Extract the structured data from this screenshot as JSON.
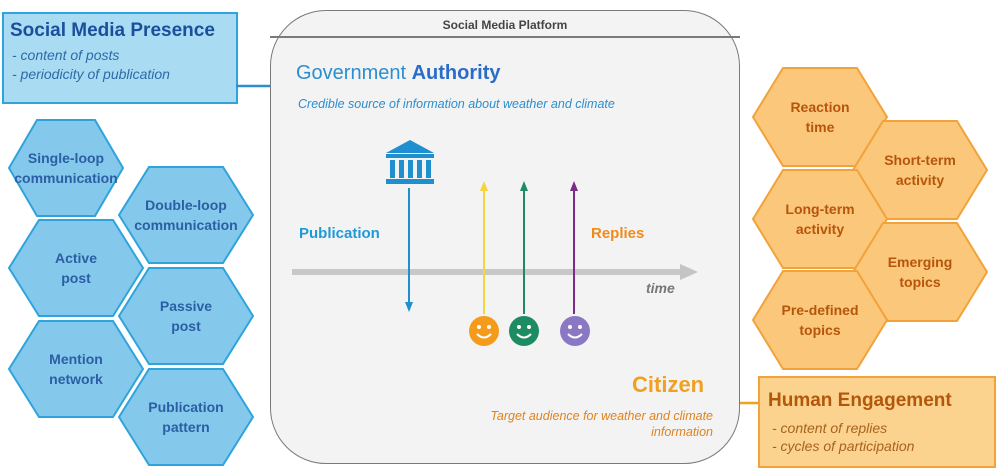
{
  "presence": {
    "title": "Social Media Presence",
    "items": [
      "- content of posts",
      "- periodicity of publication"
    ]
  },
  "left_hexagons": [
    {
      "label": "Single-loop\ncommunication"
    },
    {
      "label": "Double-loop\ncommunication"
    },
    {
      "label": "Active\npost"
    },
    {
      "label": "Passive\npost"
    },
    {
      "label": "Mention\nnetwork"
    },
    {
      "label": "Publication\npattern"
    }
  ],
  "platform": {
    "title": "Social Media Platform",
    "gov_prefix": "Government ",
    "gov_bold": "Authority",
    "gov_desc": "Credible source of  information about weather and climate",
    "publication": "Publication",
    "replies": "Replies",
    "time": "time",
    "citizen": "Citizen",
    "citizen_desc": "Target audience for weather and climate information"
  },
  "right_hexagons": [
    {
      "label": "Reaction\ntime"
    },
    {
      "label": "Short-term\nactivity"
    },
    {
      "label": "Long-term\nactivity"
    },
    {
      "label": "Emerging\ntopics"
    },
    {
      "label": "Pre-defined\ntopics"
    }
  ],
  "engagement": {
    "title": "Human Engagement",
    "items": [
      "- content of replies",
      "- cycles of participation"
    ]
  },
  "colors": {
    "blue_fill": "#84c9ec",
    "blue_stroke": "#2ea3dc",
    "orange_fill": "#fbc77a",
    "orange_stroke": "#f2a23b",
    "arrow_yellow": "#f6d43a",
    "arrow_green": "#1f8a64",
    "arrow_purple": "#7a2c86",
    "arrow_blue": "#1f8fd0",
    "face_orange": "#f59b1c",
    "face_green": "#1e8c63",
    "face_purple": "#8b78c4"
  },
  "icons": [
    "building-icon",
    "smiley-orange-icon",
    "smiley-green-icon",
    "smiley-purple-icon"
  ]
}
